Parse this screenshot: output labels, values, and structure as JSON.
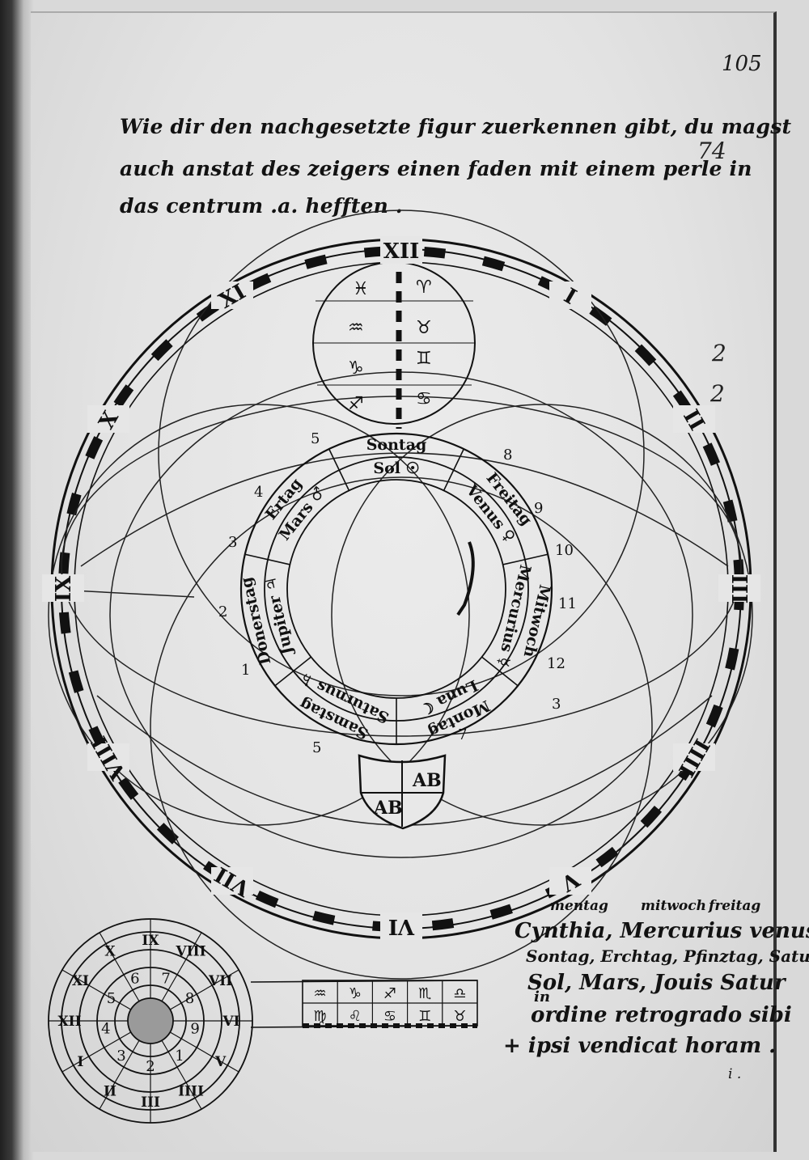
{
  "folio_number": "105",
  "heading": {
    "lines": [
      "Wie dir den nachgesetzte figur zuerkennen gibt, du magst",
      "auch anstat des zeigers einen faden mit einem perle in",
      "das centrum .a. hefften ."
    ],
    "margin_number": "74"
  },
  "margin_marks": [
    "2",
    "2"
  ],
  "main_dial": {
    "hour_numerals": [
      "XII",
      "I",
      "II",
      "III",
      "IIII",
      "V",
      "VI",
      "VII",
      "VIII",
      "IX",
      "X",
      "XI"
    ],
    "zodiac_signs": [
      "♓",
      "♒",
      "♑",
      "♐",
      "♈",
      "♉",
      "♊",
      "♋"
    ],
    "day_ring": [
      {
        "day": "Sontag",
        "planet": "Sol ☉"
      },
      {
        "day": "Freitag",
        "planet": "Venus ♀"
      },
      {
        "day": "Mitwoch",
        "planet": "Mercurius ☿"
      },
      {
        "day": "Montag",
        "planet": "Luna ☾"
      },
      {
        "day": "Samstag",
        "planet": "Saturnus ♄"
      },
      {
        "day": "Donerstag",
        "planet": "Jupiter ♃"
      },
      {
        "day": "Ertag",
        "planet": "Mars ♂"
      }
    ],
    "outer_numbers": [
      "5",
      "8",
      "9",
      "10",
      "11",
      "12",
      "3",
      "7",
      "1",
      "2",
      "3",
      "4",
      "5"
    ],
    "shield_monograms": [
      "AB",
      "AB"
    ]
  },
  "small_dial": {
    "numerals": [
      "XII",
      "XI",
      "X",
      "IX",
      "VIII",
      "VII",
      "VI",
      "V",
      "IIII",
      "III",
      "II",
      "I"
    ],
    "inner_numbers": [
      "6",
      "7",
      "8",
      "9",
      "1",
      "2",
      "3",
      "4",
      "5"
    ],
    "sign_table": [
      "♒",
      "♑",
      "♐",
      "♏",
      "♎",
      "♍",
      "♌",
      "♋",
      "♊",
      "♉"
    ]
  },
  "notes": {
    "lines": [
      "Cynthia, Mercurius venus",
      "Sontag, Erchtag, Pfinztag, Satur",
      "Sol, Mars, Jouis Satur",
      "in",
      "ordine retrogrado sibi",
      "+ ipsi vendicat horam ."
    ],
    "small_words": [
      "mentag",
      "mitwoch",
      "freitag"
    ],
    "footer_mark": "i ."
  }
}
